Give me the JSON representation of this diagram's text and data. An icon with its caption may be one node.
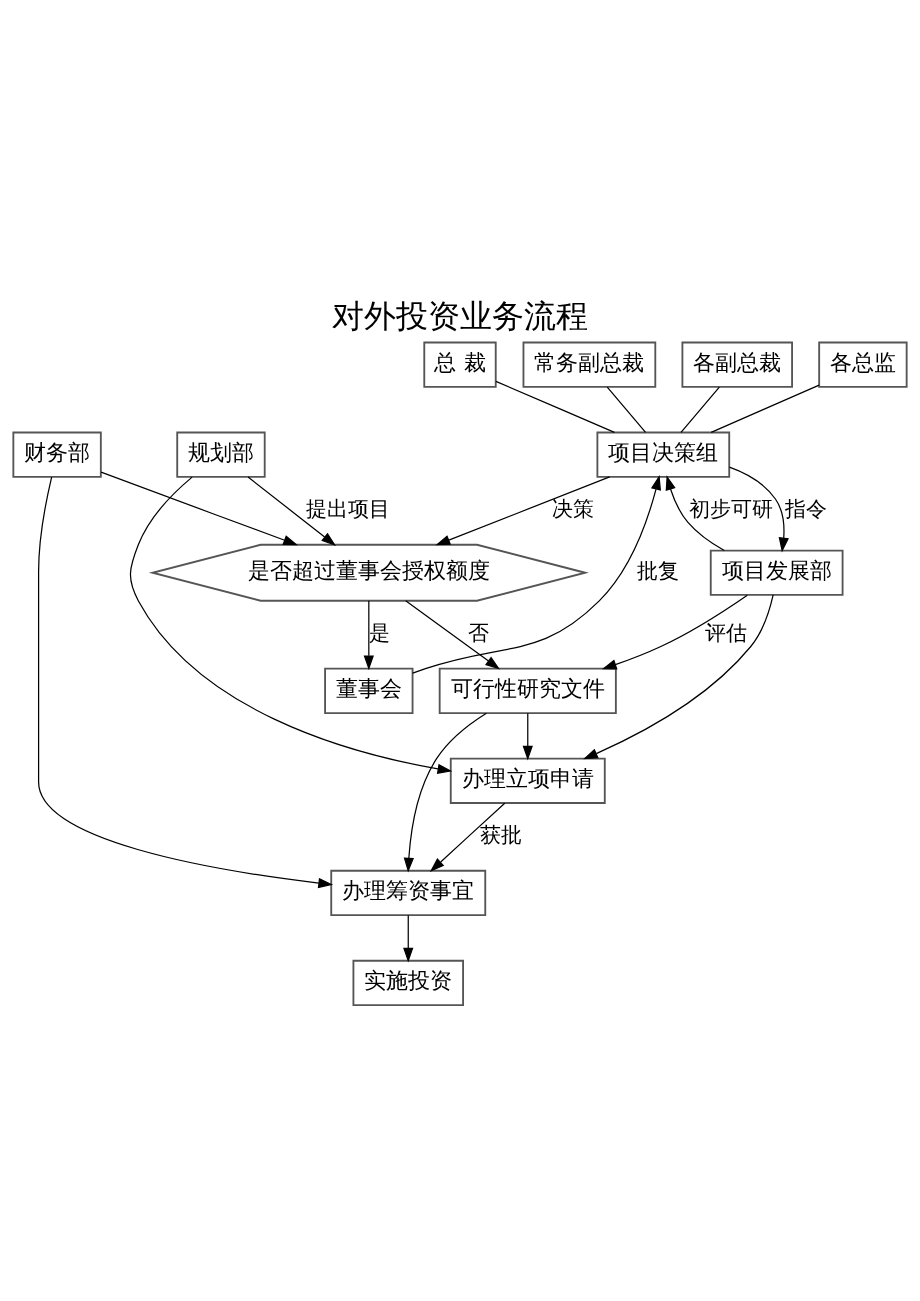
{
  "diagram": {
    "title": "对外投资业务流程",
    "nodes": [
      {
        "text": [
          "总 裁"
        ]
      },
      {
        "text": [
          "常务副总裁"
        ]
      },
      {
        "text": [
          "各副总裁"
        ]
      },
      {
        "text": [
          "各总监"
        ]
      },
      {
        "text": [
          "项目决策组"
        ]
      },
      {
        "text": [
          "项目发展部"
        ]
      },
      {
        "text": [
          "规划部"
        ]
      },
      {
        "text": [
          "财务部"
        ]
      },
      {
        "text": [
          "是否超过董事会授权额度"
        ]
      },
      {
        "text": [
          "董事会"
        ]
      },
      {
        "text": [
          "可行性研究文件"
        ]
      },
      {
        "text": [
          "办理立项申请"
        ]
      },
      {
        "text": [
          "办理筹资事宜"
        ]
      },
      {
        "text": [
          "实施投资"
        ]
      }
    ],
    "edges": [
      {
        "from": 0,
        "to": 4,
        "arrow": "none"
      },
      {
        "from": 1,
        "to": 4,
        "arrow": "none"
      },
      {
        "from": 2,
        "to": 4,
        "arrow": "none"
      },
      {
        "from": 3,
        "to": 4,
        "arrow": "none"
      },
      {
        "from": 4,
        "to": 8,
        "arrow": "to",
        "label": "决策"
      },
      {
        "from": 6,
        "to": 8,
        "arrow": "to",
        "label": "提出项目"
      },
      {
        "from": 7,
        "to": 8,
        "arrow": "to"
      },
      {
        "from": 8,
        "to": 9,
        "arrow": "to",
        "label": "是"
      },
      {
        "from": 9,
        "to": 4,
        "arrow": "to",
        "label": "批复"
      },
      {
        "from": 8,
        "to": 10,
        "arrow": "to",
        "label": "否"
      },
      {
        "from": 5,
        "to": 4,
        "arrow": "to",
        "label": "初步可研"
      },
      {
        "from": 4,
        "to": 5,
        "arrow": "to",
        "label": "指令"
      },
      {
        "from": 5,
        "to": 10,
        "arrow": "to",
        "label": "评估"
      },
      {
        "from": 5,
        "to": 11,
        "arrow": "to"
      },
      {
        "from": 6,
        "to": 11,
        "arrow": "to"
      },
      {
        "from": 11,
        "to": 12,
        "arrow": "to",
        "label": "获批"
      },
      {
        "from": 7,
        "to": 12,
        "arrow": "to"
      },
      {
        "from": 12,
        "to": 13,
        "arrow": "to"
      },
      {
        "from": 10,
        "to": 11,
        "arrow": "to"
      },
      {
        "from": 10,
        "to": 12,
        "arrow": "to"
      }
    ]
  }
}
